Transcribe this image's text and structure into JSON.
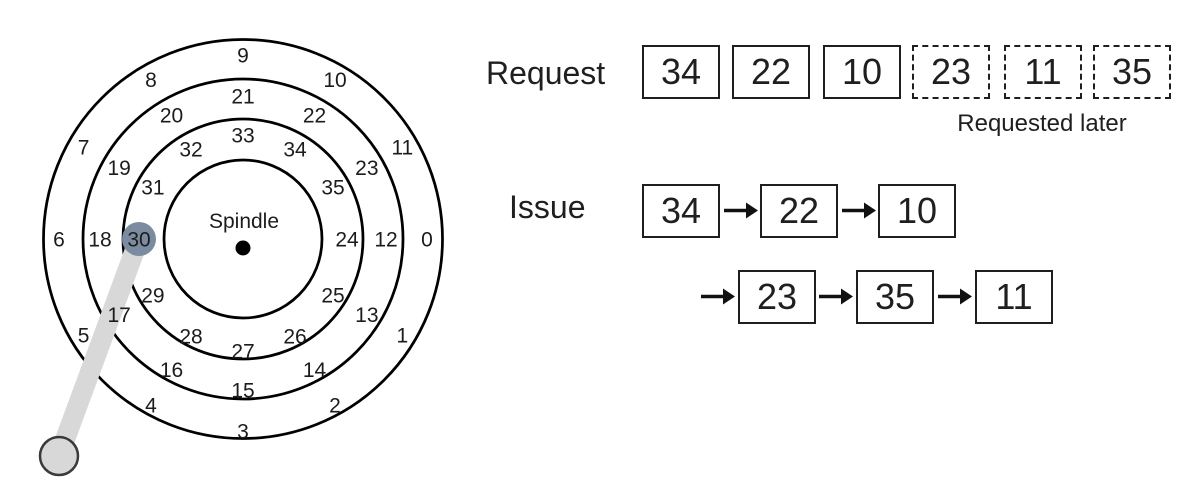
{
  "disk": {
    "spindle_label": "Spindle",
    "highlighted_sector": 30,
    "rings": [
      {
        "sectors": [
          0,
          1,
          2,
          3,
          4,
          5,
          6,
          7,
          8,
          9,
          10,
          11
        ]
      },
      {
        "sectors": [
          12,
          13,
          14,
          15,
          16,
          17,
          18,
          19,
          20,
          21,
          22,
          23
        ]
      },
      {
        "sectors": [
          24,
          25,
          26,
          27,
          28,
          29,
          30,
          31,
          32,
          33,
          34,
          35
        ]
      }
    ],
    "colors": {
      "arm": "#d8d8d8",
      "head_marker": "#7b8ba0"
    }
  },
  "request": {
    "label": "Request",
    "immediate": [
      "34",
      "22",
      "10"
    ],
    "later": [
      "23",
      "11",
      "35"
    ],
    "later_caption": "Requested later"
  },
  "issue": {
    "label": "Issue",
    "row1": [
      "34",
      "22",
      "10"
    ],
    "row2": [
      "23",
      "35",
      "11"
    ]
  }
}
